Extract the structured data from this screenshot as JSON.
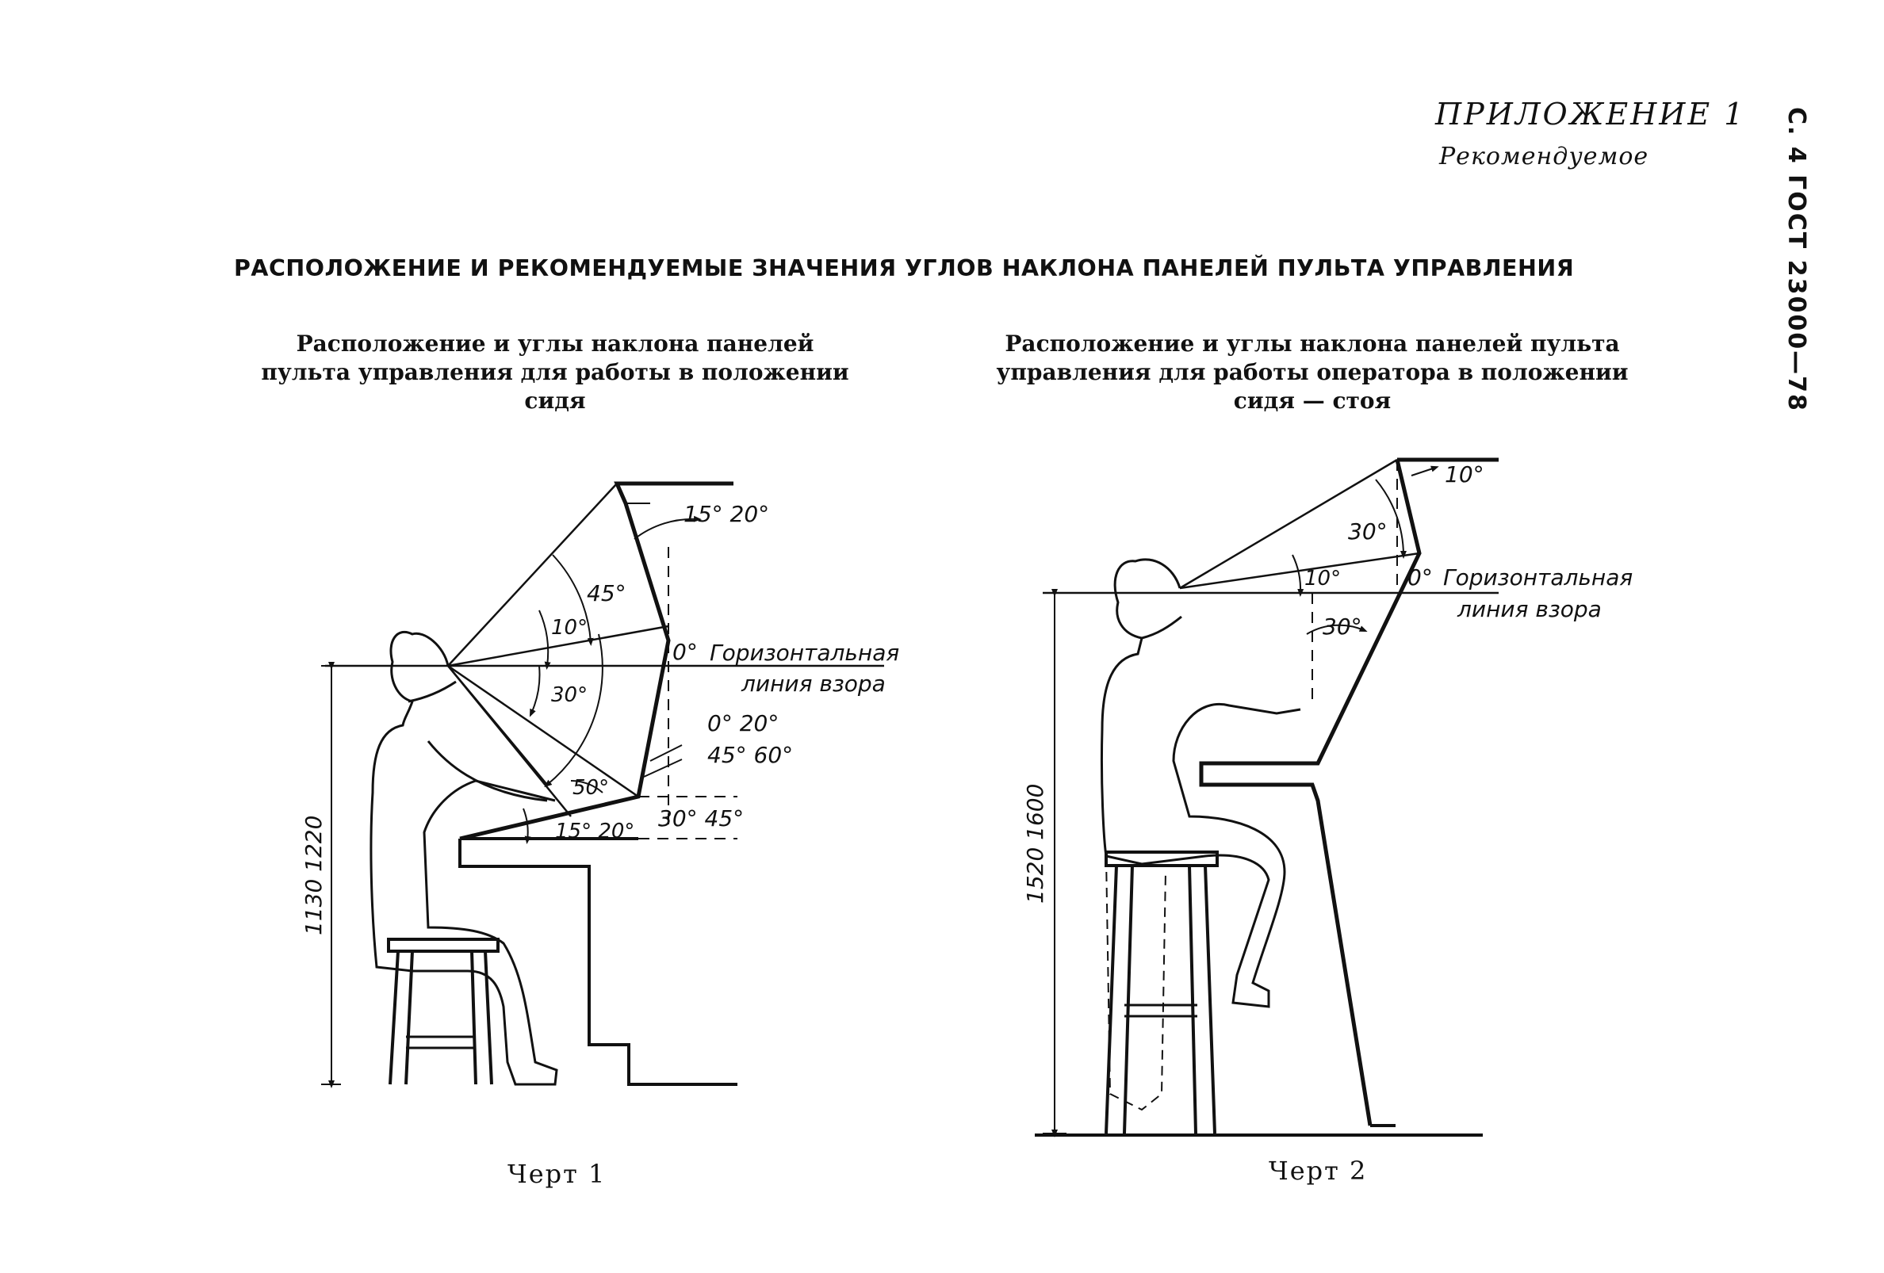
{
  "header": {
    "appendix": "ПРИЛОЖЕНИЕ 1",
    "recommended": "Рекомендуемое",
    "side_code": "С. 4 ГОСТ 23000—78"
  },
  "title": "РАСПОЛОЖЕНИЕ И РЕКОМЕНДУЕМЫЕ ЗНАЧЕНИЯ УГЛОВ НАКЛОНА ПАНЕЛЕЙ ПУЛЬТА УПРАВЛЕНИЯ",
  "figure1": {
    "subtitle": "Расположение и углы наклона панелей\nпульта управления для работы в положении\nсидя",
    "caption": "Черт 1",
    "angles": {
      "upper_15_20": "15°  20°",
      "upper_45": "45°",
      "upper_10": "10°",
      "zero": "0°",
      "lower_30": "30°",
      "side_0_20": "0°  20°",
      "side_45_60": "45°  60°",
      "lower_50": "50°",
      "bottom_30_45": "30°  45°",
      "bottom_15_20": "15°  20°"
    },
    "horizon_label_1": "Горизонтальная",
    "horizon_label_2": "линия взора",
    "dimension": "1130  1220"
  },
  "figure2": {
    "subtitle": "Расположение и углы наклона панелей пульта\nуправления для работы оператора в положении\nсидя — стоя",
    "caption": "Черт 2",
    "angles": {
      "top_10": "10°",
      "upper_30": "30°",
      "inner_10": "10°",
      "zero": "0°",
      "lower_30": "30°"
    },
    "horizon_label_1": "Горизонтальная",
    "horizon_label_2": "линия взора",
    "dimension": "1520  1600"
  }
}
